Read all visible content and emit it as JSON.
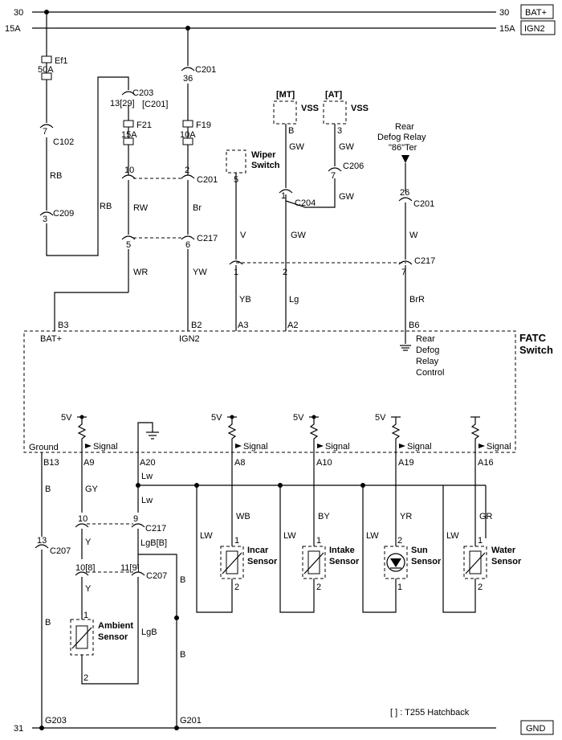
{
  "rails": {
    "bat_num": "30",
    "bat_label": "BAT+",
    "ign_num": "15A",
    "ign_label": "IGN2",
    "gnd_num": "31",
    "gnd_label": "GND"
  },
  "fuses": {
    "ef1_name": "Ef1",
    "ef1_amp": "50A",
    "f21_name": "F21",
    "f21_amp": "15A",
    "f19_name": "F19",
    "f19_amp": "10A"
  },
  "connectors": {
    "c201": "C201",
    "c203": "C203",
    "c203_alt": "[C201]",
    "c102": "C102",
    "c209": "C209",
    "c217": "C217",
    "c204": "C204",
    "c206": "C206",
    "c207": "C207"
  },
  "pins": {
    "p36": "36",
    "p13_29": "13[29]",
    "p7": "7",
    "p3": "3",
    "p10": "10",
    "p2": "2",
    "p5": "5",
    "p6": "6",
    "p1": "1",
    "p26": "26",
    "p9": "9",
    "p13": "13",
    "p10_8": "10[8]",
    "p11_9": "11[9]"
  },
  "wires": {
    "RB": "RB",
    "RW": "RW",
    "Br": "Br",
    "WR": "WR",
    "YW": "YW",
    "V": "V",
    "GW": "GW",
    "W": "W",
    "YB": "YB",
    "Lg": "Lg",
    "BrR": "BrR",
    "GY": "GY",
    "Lw": "Lw",
    "Y": "Y",
    "LgB_alt": "LgB[B]",
    "LgB": "LgB",
    "B": "B",
    "WB": "WB",
    "BY": "BY",
    "YR": "YR",
    "GR": "GR",
    "LW": "LW"
  },
  "components": {
    "wiper_switch": [
      "Wiper",
      "Switch"
    ],
    "mt": "[MT]",
    "at": "[AT]",
    "vss": "VSS",
    "rear_defog_relay": [
      "Rear",
      "Defog Relay",
      "\"86\"Ter"
    ],
    "fatc_switch": [
      "FATC",
      "Switch"
    ],
    "rear_defog_relay_control": [
      "Rear",
      "Defog",
      "Relay",
      "Control"
    ],
    "incar_sensor": [
      "Incar",
      "Sensor"
    ],
    "intake_sensor": [
      "Intake",
      "Sensor"
    ],
    "sun_sensor": [
      "Sun",
      "Sensor"
    ],
    "water_sensor": [
      "Water",
      "Sensor"
    ],
    "ambient_sensor": [
      "Ambient",
      "Sensor"
    ]
  },
  "fatc_pins": {
    "B3": "B3",
    "bat_plus": "BAT+",
    "B2": "B2",
    "ign2": "IGN2",
    "A3": "A3",
    "A2": "A2",
    "B6": "B6",
    "B13": "B13",
    "ground": "Ground",
    "A9": "A9",
    "A20": "A20",
    "A8": "A8",
    "A10": "A10",
    "A19": "A19",
    "A16": "A16",
    "signal": "Signal",
    "five_v": "5V"
  },
  "grounds": {
    "G203": "G203",
    "G201": "G201"
  },
  "note": "[    ] : T255 Hatchback"
}
